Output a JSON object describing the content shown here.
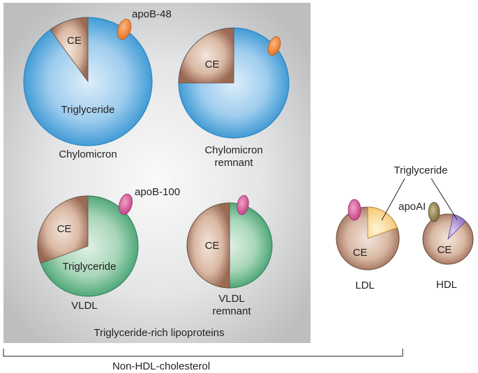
{
  "colors": {
    "triglyceride_chylomicron": "#2a8fcf",
    "triglyceride_vldl": "#3a9c6a",
    "cholesteryl_ester": "#9a6a55",
    "apob48": "#f08a3c",
    "apob100": "#d7579a",
    "apoai": "#8b7a4a",
    "ldl_tg": "#f5c36a",
    "hdl_tg": "#8a6bbf",
    "panel": "#c8c9cb"
  },
  "labels": {
    "ce": "CE",
    "triglyceride": "Triglyceride",
    "apob48": "apoB-48",
    "apob100": "apoB-100",
    "apoai": "apoAI",
    "chylomicron": "Chylomicron",
    "chylomicron_remnant_1": "Chylomicron",
    "chylomicron_remnant_2": "remnant",
    "vldl": "VLDL",
    "vldl_remnant_1": "VLDL",
    "vldl_remnant_2": "remnant",
    "ldl": "LDL",
    "hdl": "HDL",
    "trl_group": "Triglyceride-rich lipoproteins",
    "non_hdl_group": "Non-HDL-cholesterol"
  }
}
